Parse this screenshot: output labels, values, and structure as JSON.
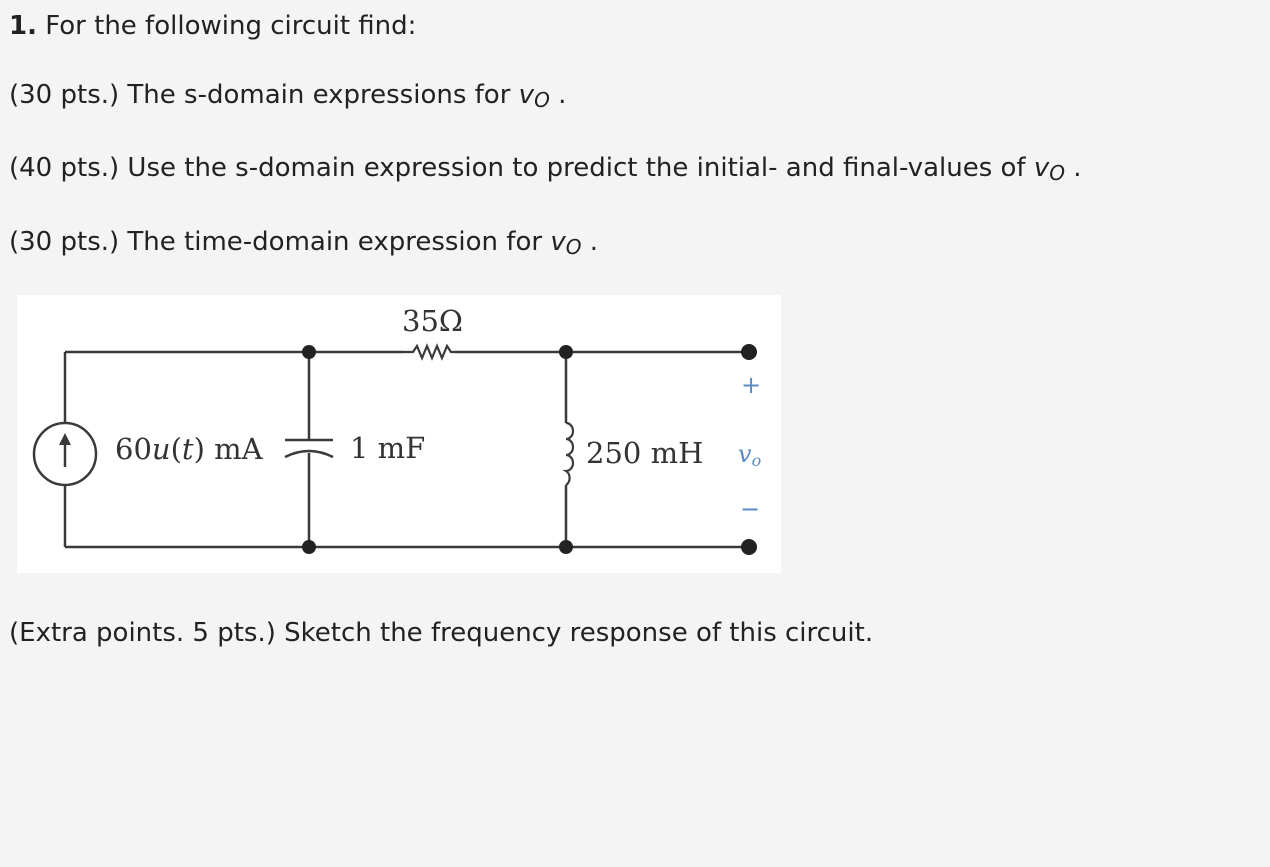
{
  "question": {
    "number": "1.",
    "title": "For the following circuit find:",
    "parts": [
      {
        "prefix": "(30 pts.) The s-domain expressions for ",
        "suffix": " ."
      },
      {
        "prefix": "(40 pts.) Use the s-domain expression to predict the initial- and final-values of ",
        "suffix": " ."
      },
      {
        "prefix": "(30 pts.) The time-domain expression for ",
        "suffix": " ."
      }
    ],
    "variable": {
      "base": "v",
      "sub": "O"
    },
    "extra": "(Extra points. 5 pts.) Sketch the frequency response of this circuit."
  },
  "circuit": {
    "source_label": {
      "coef": "60",
      "func": "u",
      "arg": "t",
      "unit": "mA"
    },
    "capacitor_label": "1 mF",
    "resistor_label": "35Ω",
    "inductor_label": "250 mH",
    "output_plus": "+",
    "output_minus": "−",
    "output_var": {
      "base": "v",
      "sub": "o"
    }
  }
}
